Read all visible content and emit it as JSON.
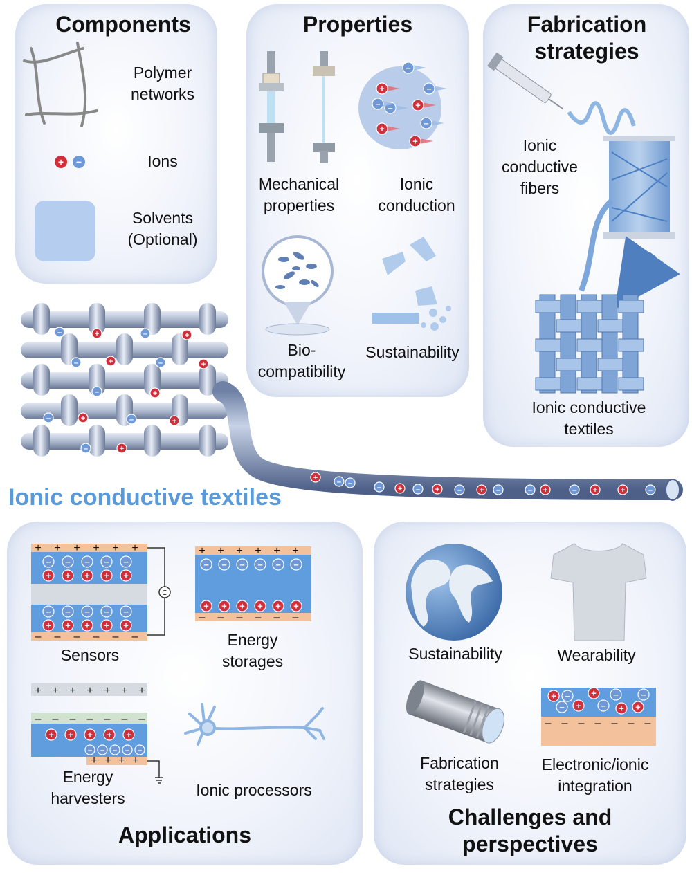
{
  "components": {
    "title": "Components",
    "items": [
      "Polymer\nnetworks",
      "Ions",
      "Solvents\n(Optional)"
    ]
  },
  "properties": {
    "title": "Properties",
    "items": [
      "Mechanical\nproperties",
      "Ionic\nconduction",
      "Bio-\ncompatibility",
      "Sustainability"
    ]
  },
  "fabrication": {
    "title": "Fabrication\nstrategies",
    "fibers_label": "Ionic\nconductive\nfibers",
    "textiles_label": "Ionic conductive\ntextiles"
  },
  "main_title": "Ionic conductive textiles",
  "applications": {
    "title": "Applications",
    "items": [
      "Sensors",
      "Energy\nstorages",
      "Energy\nharvesters",
      "Ionic processors"
    ],
    "capacitor_symbol": "C"
  },
  "challenges": {
    "title": "Challenges and\nperspectives",
    "items": [
      "Sustainability",
      "Wearability",
      "Fabrication\nstrategies",
      "Electronic/ionic\nintegration"
    ]
  },
  "colors": {
    "cation": "#d0303c",
    "anion": "#6f98d6",
    "electrolyte": "#5f9ddf",
    "electrode": "#f3c29c",
    "title_accent": "#5a9ad8"
  }
}
